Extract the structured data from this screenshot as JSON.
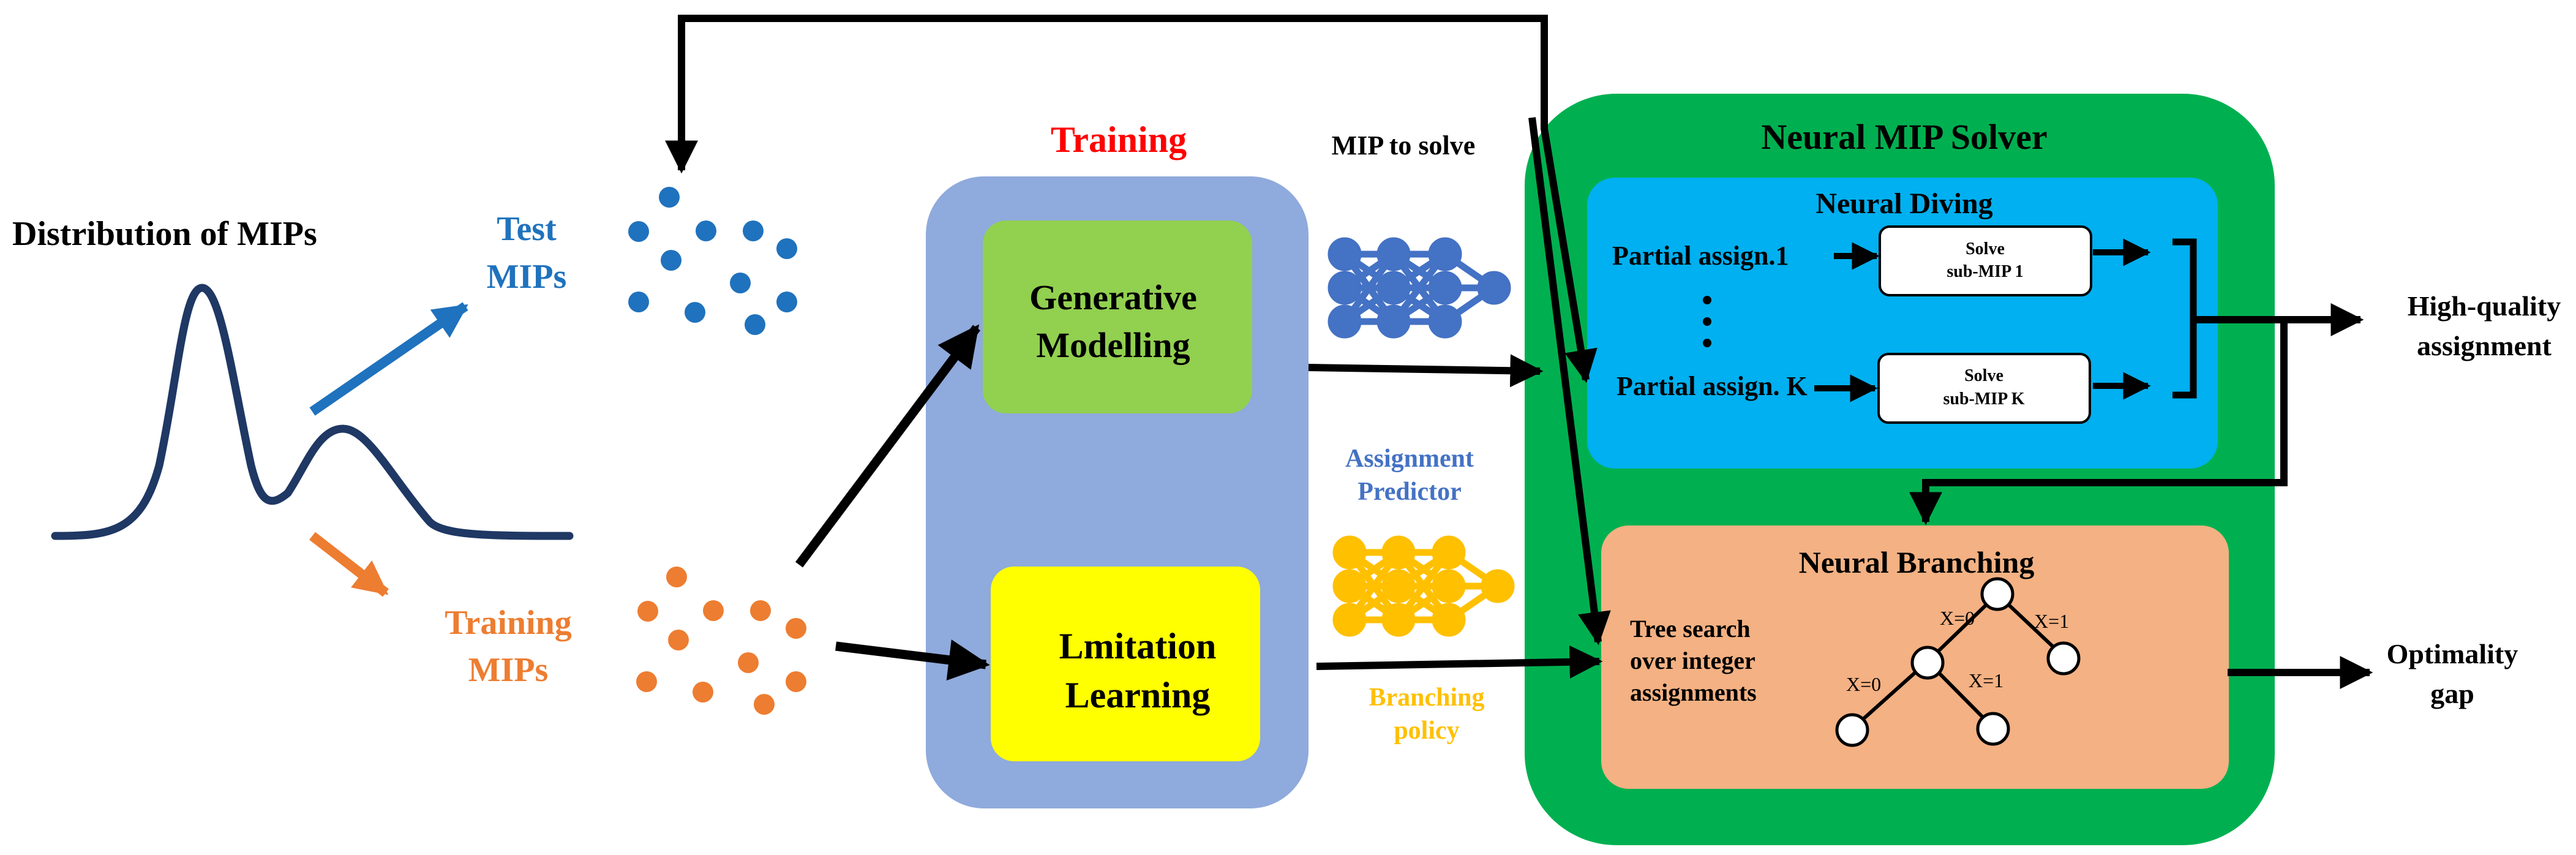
{
  "distribution": {
    "title": "Distribution of MIPs"
  },
  "test_mips": {
    "line1": "Test",
    "line2": "MIPs",
    "color": "#1F72BD"
  },
  "training_mips": {
    "line1": "Training",
    "line2": "MIPs",
    "color": "#ED7D31"
  },
  "training": {
    "title": "Training",
    "title_color": "#FF0000",
    "panel_color": "#8FAADC",
    "generative_line1": "Generative",
    "generative_line2": "Modelling",
    "generative_color": "#92D050",
    "imitation_line1": "Lmitation",
    "imitation_line2": "Learning",
    "imitation_color": "#FFFF00"
  },
  "mip_to_solve": "MIP to solve",
  "assignment_predictor": {
    "line1": "Assignment",
    "line2": "Predictor",
    "color": "#4472C4"
  },
  "branching_policy": {
    "line1": "Branching",
    "line2": "policy",
    "color": "#FFC000"
  },
  "solver": {
    "title": "Neural MIP Solver",
    "color": "#00B050",
    "diving": {
      "title": "Neural Diving",
      "color": "#00B0F0",
      "partial_1": "Partial assign.1",
      "partial_k": "Partial assign. K",
      "solve_1_line1": "Solve",
      "solve_1_line2": "sub-MIP 1",
      "solve_k_line1": "Solve",
      "solve_k_line2": "sub-MIP K"
    },
    "branching": {
      "title": "Neural Branching",
      "color": "#F4B183",
      "tree_line1": "Tree search",
      "tree_line2": "over integer",
      "tree_line3": "assignments",
      "x0_top": "X=0",
      "x1_top": "X=1",
      "x0_bottom": "X=0",
      "x1_bottom": "X=1"
    }
  },
  "high_quality": {
    "line1": "High-quality",
    "line2": "assignment"
  },
  "optimality": {
    "line1": "Optimality",
    "line2": "gap"
  }
}
